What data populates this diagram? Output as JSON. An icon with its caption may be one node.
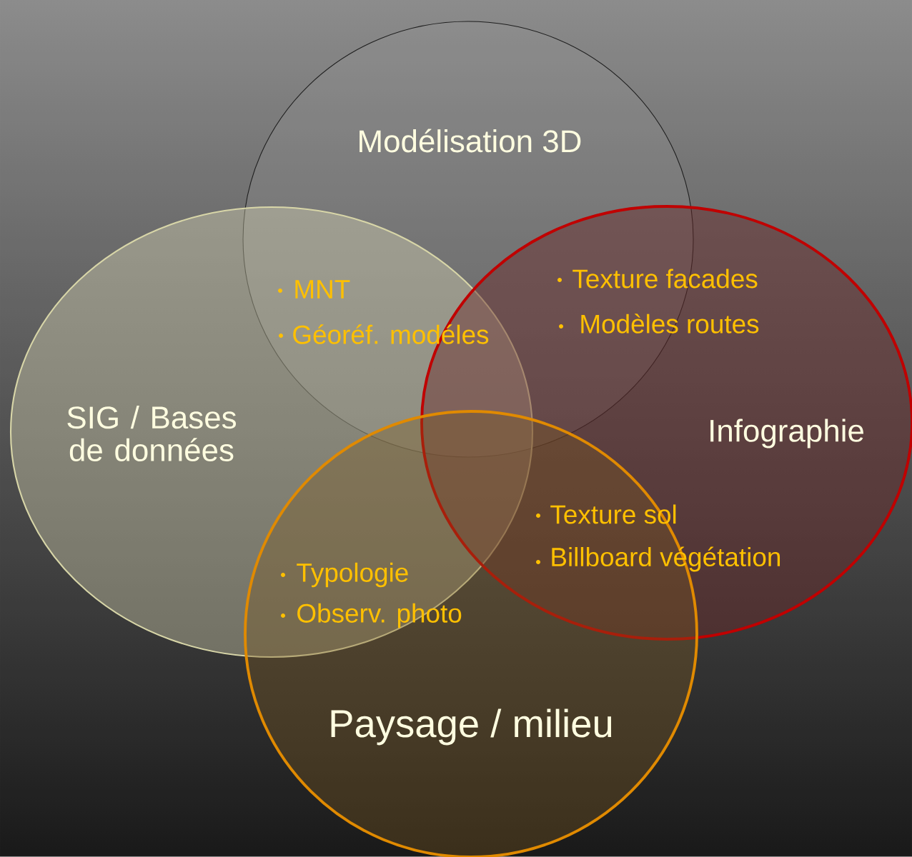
{
  "diagram": {
    "nodes": [
      {
        "text": [
          "Modélisation 3D"
        ]
      },
      {
        "text": [
          "SIG / Bases de données"
        ]
      },
      {
        "text": [
          "Infographie"
        ]
      },
      {
        "text": [
          "Paysage / milieu"
        ]
      }
    ],
    "labels": [
      "MNT",
      "Géoréf.  modéles",
      "Texture facades",
      "Modèles routes",
      "Texture sol",
      "Billboard végétation",
      "Typologie",
      "Observ. photo"
    ]
  }
}
